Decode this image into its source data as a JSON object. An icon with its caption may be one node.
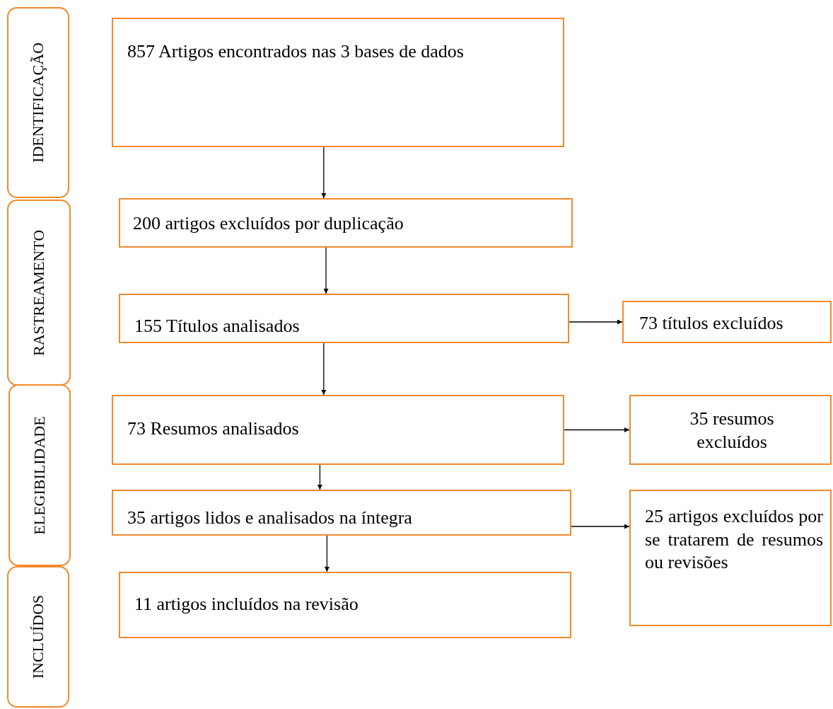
{
  "diagram": {
    "nodes": [
      {
        "text": [
          "IDENTIFICAÇÃO"
        ]
      },
      {
        "text": [
          "RASTREAMENTO"
        ]
      },
      {
        "text": [
          "ELEGIBILIDADE"
        ]
      },
      {
        "text": [
          "INCLUÍDOS"
        ]
      },
      {
        "text": [
          "857 Artigos encontrados nas 3 bases de dados"
        ]
      },
      {
        "text": [
          "200 artigos excluídos por duplicação"
        ]
      },
      {
        "text": [
          "155 Títulos analisados"
        ]
      },
      {
        "text": [
          "73 títulos excluídos"
        ]
      },
      {
        "text": [
          "73 Resumos analisados"
        ]
      },
      {
        "text": [
          "35 resumos excluídos"
        ]
      },
      {
        "text": [
          "35 artigos lidos e analisados na íntegra"
        ]
      },
      {
        "text": [
          "25 artigos excluídos por se tratarem de resumos ou revisões"
        ]
      },
      {
        "text": [
          "11 artigos incluídos na revisão"
        ]
      }
    ],
    "edges": [
      {
        "from": 4,
        "to": 5,
        "arrow": "to"
      },
      {
        "from": 5,
        "to": 6,
        "arrow": "to"
      },
      {
        "from": 6,
        "to": 8,
        "arrow": "to"
      },
      {
        "from": 8,
        "to": 10,
        "arrow": "to"
      },
      {
        "from": 10,
        "to": 12,
        "arrow": "to"
      },
      {
        "from": 6,
        "to": 7,
        "arrow": "to"
      },
      {
        "from": 8,
        "to": 9,
        "arrow": "to"
      },
      {
        "from": 10,
        "to": 11,
        "arrow": "to"
      }
    ]
  }
}
